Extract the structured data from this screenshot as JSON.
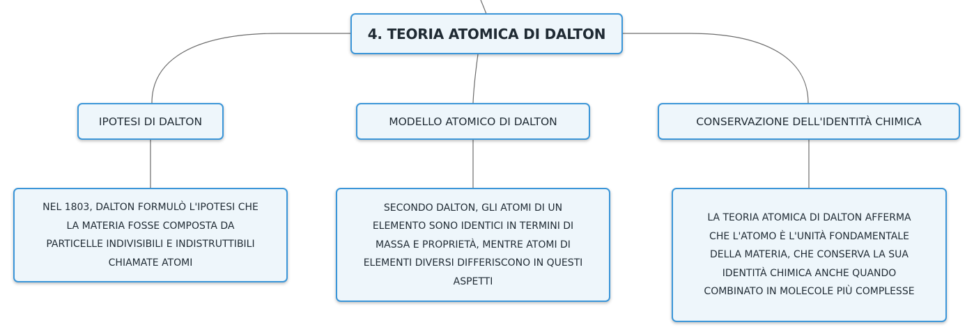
{
  "root": {
    "label": "4. TEORIA ATOMICA DI DALTON"
  },
  "topics": [
    {
      "label": "IPOTESI DI DALTON",
      "detail": [
        "NEL 1803, DALTON FORMULÒ L'IPOTESI CHE",
        "LA MATERIA FOSSE COMPOSTA DA",
        "PARTICELLE INDIVISIBILI E INDISTRUTTIBILI",
        "CHIAMATE ATOMI"
      ]
    },
    {
      "label": "MODELLO ATOMICO DI DALTON",
      "detail": [
        "SECONDO DALTON, GLI ATOMI DI UN",
        "ELEMENTO SONO IDENTICI IN TERMINI DI",
        "MASSA E PROPRIETÀ, MENTRE ATOMI DI",
        "ELEMENTI DIVERSI DIFFERISCONO IN QUESTI",
        "ASPETTI"
      ]
    },
    {
      "label": "CONSERVAZIONE DELL'IDENTITÀ CHIMICA",
      "detail": [
        "LA TEORIA ATOMICA DI DALTON AFFERMA",
        "CHE L'ATOMO È L'UNITÀ FONDAMENTALE",
        "DELLA MATERIA, CHE CONSERVA LA SUA",
        "IDENTITÀ CHIMICA ANCHE QUANDO",
        "COMBINATO IN MOLECOLE PIÙ COMPLESSE"
      ]
    }
  ]
}
